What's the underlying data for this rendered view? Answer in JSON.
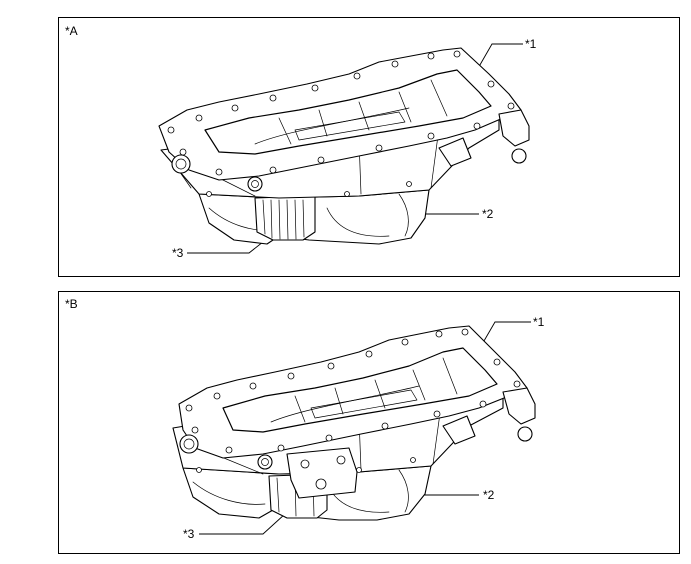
{
  "panels": [
    {
      "label": "*A",
      "callouts": {
        "c1": "*1",
        "c2": "*2",
        "c3": "*3"
      }
    },
    {
      "label": "*B",
      "callouts": {
        "c1": "*1",
        "c2": "*2",
        "c3": "*3"
      }
    }
  ]
}
